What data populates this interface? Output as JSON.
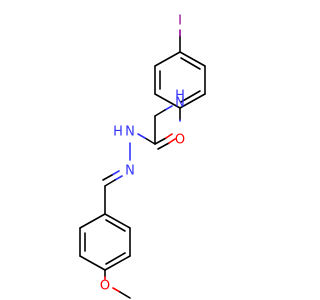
{
  "molecule": {
    "atoms": {
      "iodine": "I",
      "amine_nh": "H",
      "amine_n": "N",
      "carbonyl_o": "O",
      "hydrazide_nh": "H",
      "hydrazide_n": "N",
      "imine_n": "N",
      "methoxy_o": "O"
    },
    "colors": {
      "bond": "#000000",
      "nitrogen": "#3333ff",
      "oxygen": "#ff0000",
      "iodine": "#940094"
    }
  }
}
